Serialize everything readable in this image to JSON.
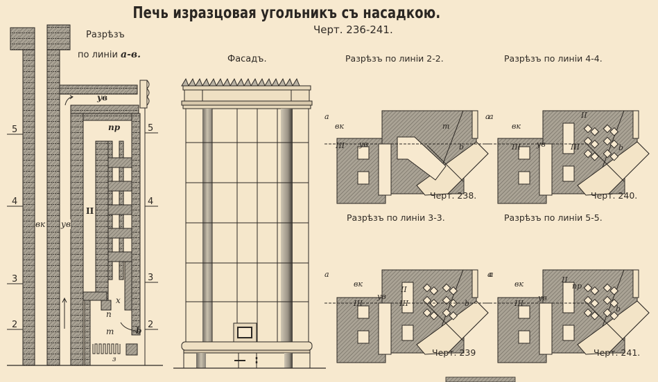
{
  "header": {
    "title": "Печь изразцовая угольникъ съ насадкою.",
    "subtitle": "Черт. 236-241."
  },
  "section_av": {
    "title_line1": "Разрѣзъ",
    "title_line2": "по линiи",
    "title_line2_italic": "а-в.",
    "level_marks_left": [
      "5",
      "4",
      "3",
      "2"
    ],
    "level_marks_right": [
      "5",
      "4",
      "3",
      "2"
    ],
    "labels": {
      "yv_top": "ув",
      "pr": "пр",
      "vk": "вк",
      "yv": "ув",
      "II": "II",
      "x": "х",
      "n": "п",
      "m": "т",
      "b": "b",
      "z": "з"
    }
  },
  "facade": {
    "title": "Фасадъ."
  },
  "plans": [
    {
      "title": "Разрѣзъ по линiи 2-2.",
      "caption": "Черт. 238.",
      "labels": [
        "a",
        "вк",
        "ув",
        "III",
        "т",
        "b",
        "a"
      ]
    },
    {
      "title": "Разрѣзъ по линiи 4-4.",
      "caption": "Черт. 240.",
      "labels": [
        "a",
        "вк",
        "ув",
        "II",
        "III",
        "III",
        "b"
      ]
    },
    {
      "title": "Разрѣзъ по линiи 3-3.",
      "caption": "Черт. 239",
      "labels": [
        "a",
        "вк",
        "ув",
        "II",
        "III",
        "III",
        "b",
        "a"
      ]
    },
    {
      "title": "Разрѣзъ по линiи 5-5.",
      "caption": "Черт. 241.",
      "labels": [
        "a",
        "вк",
        "ув",
        "II",
        "пр",
        "III",
        "b"
      ]
    }
  ],
  "colors": {
    "paper": "#f7e9cf",
    "ink": "#2b2723",
    "brick_fill": "#a9a294",
    "brick_dark": "#8d877b"
  }
}
